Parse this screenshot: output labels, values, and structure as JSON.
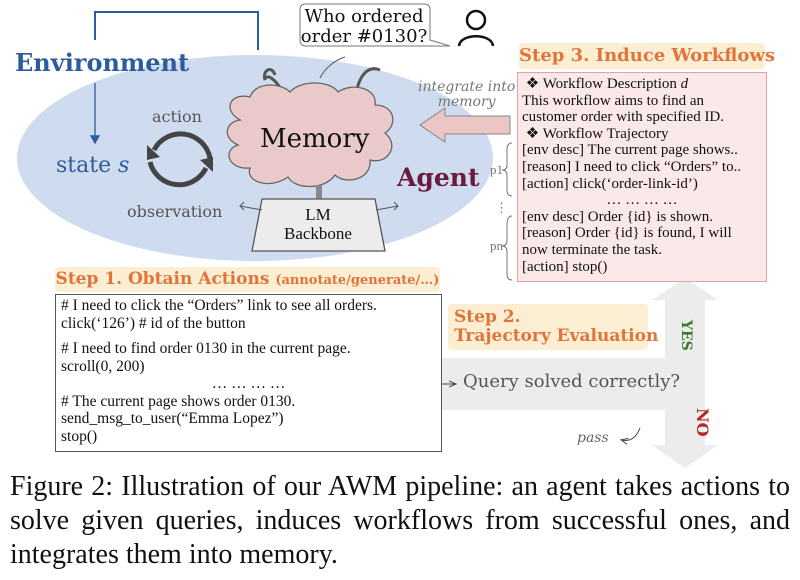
{
  "environment": {
    "label": "Environment",
    "state_label": "state",
    "state_var": "s"
  },
  "loop": {
    "action_label": "action",
    "observation_label": "observation"
  },
  "agent": {
    "label": "Agent",
    "memory_label": "Memory",
    "backbone_line1": "LM",
    "backbone_line2": "Backbone"
  },
  "user_query": {
    "line1": "Who ordered",
    "line2": "order #0130?",
    "icon": "person-icon"
  },
  "integrate": {
    "line1": "integrate into",
    "line2": "memory"
  },
  "step3": {
    "title": "Step 3. Induce Workflows",
    "desc_heading": "Workflow Description",
    "desc_var": "d",
    "desc_lines": [
      "This workflow aims to find an",
      "customer order with specified ID."
    ],
    "traj_heading": "Workflow Trajectory",
    "bullet": "❖",
    "p1_label": "p1",
    "pn_label": "pn",
    "p1_lines": [
      "[env desc] The current page shows..",
      "[reason] I need to click “Orders” to..",
      "[action] click(‘order-link-id’)"
    ],
    "ellipsis": "… … … …",
    "vdots": "⋮",
    "pn_lines": [
      "[env desc] Order {id} is shown.",
      "[reason] Order {id} is found, I will",
      "now terminate the task.",
      "[action] stop()"
    ]
  },
  "step1": {
    "title": "Step 1. Obtain Actions",
    "subtitle": "(annotate/generate/…)",
    "block1": [
      "# I need to click the “Orders” link to see all orders.",
      "click(‘126’) # id of the button"
    ],
    "block2": [
      "# I need to find order 0130 in the current page.",
      "scroll(0, 200)"
    ],
    "ellipsis": "… … … …",
    "block3": [
      "# The current page shows order 0130.",
      "send_msg_to_user(“Emma Lopez”)",
      "stop()"
    ]
  },
  "step2": {
    "title_line1": "Step 2.",
    "title_line2": "Trajectory Evaluation",
    "question": "Query solved correctly?",
    "yes_label": "YES",
    "no_label": "NO",
    "pass_label": "pass"
  },
  "caption": "Figure 2: Illustration of our AWM pipeline: an agent takes actions to solve given queries, induces workflows from successful ones, and integrates them into memory.",
  "colors": {
    "environment": "#2e5c9a",
    "agent": "#6b1a3e",
    "step_title": "#e0743a",
    "step_bg": "#fbeed3",
    "workflow_bg": "#fbe9ea",
    "memory_cloud": "#e9c9c9",
    "agent_ellipse": "#cfdcef",
    "yes": "#3d7a2e",
    "no": "#b3262a"
  }
}
